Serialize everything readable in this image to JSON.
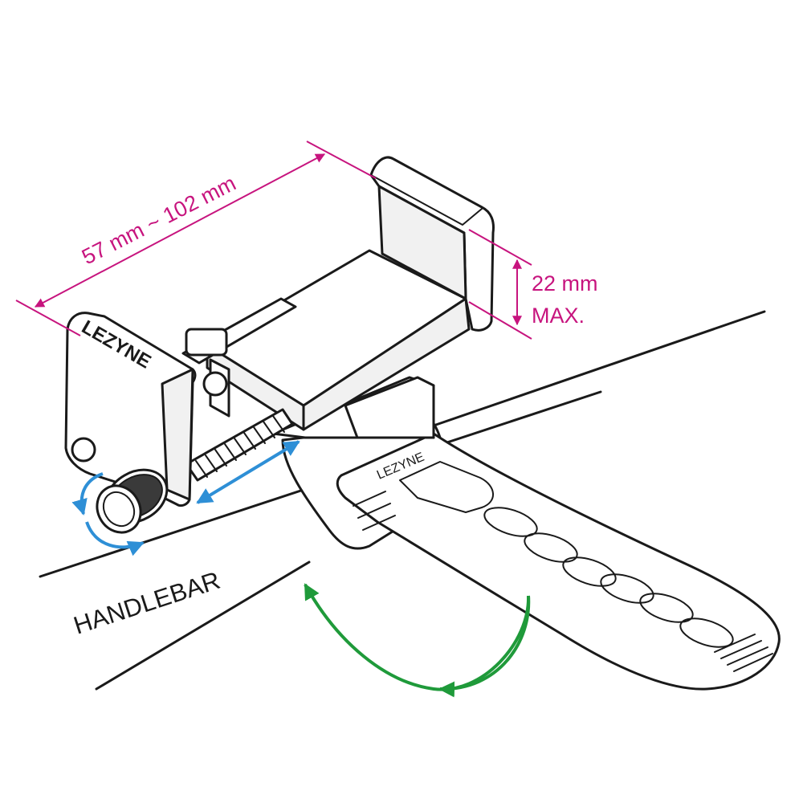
{
  "diagram": {
    "labels": {
      "width_range": "57 mm ~ 102 mm",
      "depth_value": "22 mm",
      "depth_qualifier": "MAX.",
      "handlebar": "HANDLEBAR"
    },
    "brand_marks": {
      "clamp_body": "LEZYNE",
      "strap": "LEZYNE"
    },
    "colors": {
      "dimension": "#c7147e",
      "adjust_arrow": "#2e8fd6",
      "rotate_arrow": "#1f9a3a",
      "outline": "#1a1a1a"
    },
    "icons": [
      "knob-rotate-arrows-icon",
      "slide-adjust-arrow-icon",
      "strap-wrap-arrow-icon"
    ]
  }
}
